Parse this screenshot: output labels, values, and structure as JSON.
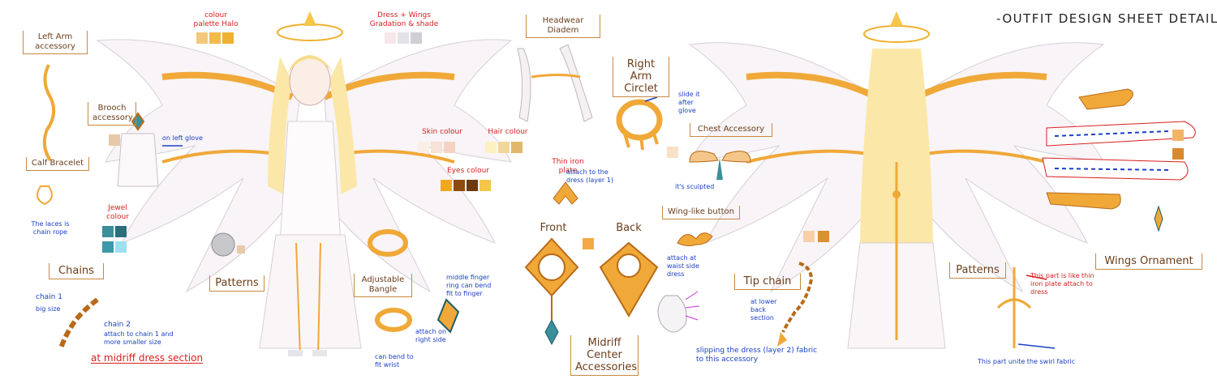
{
  "header": {
    "title": "-OUTFIT DESIGN SHEET DETAIL-"
  },
  "labels": {
    "left_arm": "Left Arm accessory",
    "brooch": "Brooch accessory",
    "calf_bracelet": "Calf Bracelet",
    "chains": "Chains",
    "patterns_left": "Patterns",
    "adjustable_bangle": "Adjustable Bangle",
    "headwear": "Headwear Diadem",
    "right_arm": "Right Arm Circlet",
    "chest": "Chest Accessory",
    "wing_button": "Wing-like button",
    "front": "Front",
    "back": "Back",
    "midriff": "Midriff Center Accessories",
    "tip_chain": "Tip chain",
    "patterns_right": "Patterns",
    "wings_ornament": "Wings Ornament"
  },
  "palette_titles": {
    "halo": "colour palette Halo",
    "dress": "Dress + Wings Gradation & shade",
    "skin": "Skin colour",
    "hair": "Hair colour",
    "eyes": "Eyes colour",
    "jewel": "Jewel colour",
    "thin_iron": "Thin iron plate"
  },
  "notes": {
    "on_left_glove": "on left glove",
    "laces": "The laces is chain rope",
    "chain1": "chain 1",
    "big_size": "big size",
    "chain2": "chain 2",
    "chain2_desc": "attach to chain 1 and more smaller size",
    "midriff_section": "at midriff dress section",
    "middle_finger": "middle finger ring can bend fit to finger",
    "attach_right": "attach on right side",
    "can_bend": "can bend to fit wrist",
    "attach_dress": "attach to the dress (layer 1)",
    "slide_it": "slide it after glove",
    "sculpted": "it's sculpted",
    "waist_side": "attach at waist side dress",
    "slipping": "slipping the dress (layer 2) fabric to this accessory",
    "lower_back": "at lower back section",
    "thin_iron_note": "This part is like thin iron plate attach to dress",
    "swirl_note": "This part unite the swirl fabric"
  },
  "colors": {
    "halo": [
      "#f2c97a",
      "#f5b94a",
      "#f0b030"
    ],
    "dress": [
      "#f7e6ea",
      "#e3e3e7",
      "#cfcfd5"
    ],
    "skin": [
      "#fbeee6",
      "#f7e2d8",
      "#f2d3c4"
    ],
    "hair": [
      "#fdf1c4",
      "#f3d69a",
      "#e0b86a"
    ],
    "eyes": [
      "#f2a81e",
      "#8a4b0c",
      "#6b3a10",
      "#f5c64a"
    ],
    "jewel": [
      "#3a8f9a",
      "#2a6f7a",
      "#3a98a8",
      "#9fe0ee"
    ],
    "brooch_swatch": "#e6c9a8",
    "pattern_swatch": "#e8c9a8",
    "back_swatch": "#f5a843",
    "chest_swatch": "#f9e0c8",
    "tip_swatches": [
      "#f7d0a8",
      "#d89030"
    ],
    "orn_swatches": [
      "#f4b468",
      "#d88a2e"
    ],
    "gold": "#f0a838",
    "gold_dark": "#b86a18",
    "wing": "#f7f2f5",
    "wing_line": "#cfc8d0"
  }
}
